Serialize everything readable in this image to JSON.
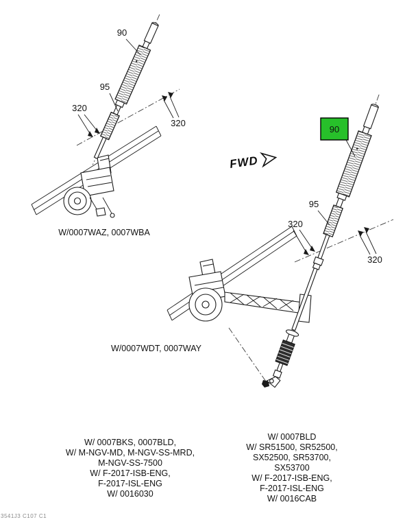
{
  "figure": {
    "fwd_label": "FWD",
    "corner_code": "3541J3 C107 C1"
  },
  "assemblies": {
    "left": {
      "caption": "W/0007WAZ, 0007WBA",
      "callout_90": "90",
      "callout_95": "95",
      "callout_320_a": "320",
      "callout_320_b": "320"
    },
    "right": {
      "caption": "W/0007WDT, 0007WAY",
      "callout_90": "90",
      "callout_95": "95",
      "callout_320_a": "320",
      "callout_320_b": "320",
      "highlight_color": "#27c02a"
    }
  },
  "applicability": {
    "left_lines": [
      "W/ 0007BKS, 0007BLD,",
      "W/ M-NGV-MD, M-NGV-SS-MRD,",
      "M-NGV-SS-7500",
      "W/ F-2017-ISB-ENG,",
      "F-2017-ISL-ENG",
      "W/ 0016030"
    ],
    "right_lines": [
      "W/ 0007BLD",
      "W/ SR51500, SR52500,",
      "SX52500, SR53700,",
      "SX53700",
      "W/ F-2017-ISB-ENG,",
      "F-2017-ISL-ENG",
      "W/ 0016CAB"
    ]
  }
}
